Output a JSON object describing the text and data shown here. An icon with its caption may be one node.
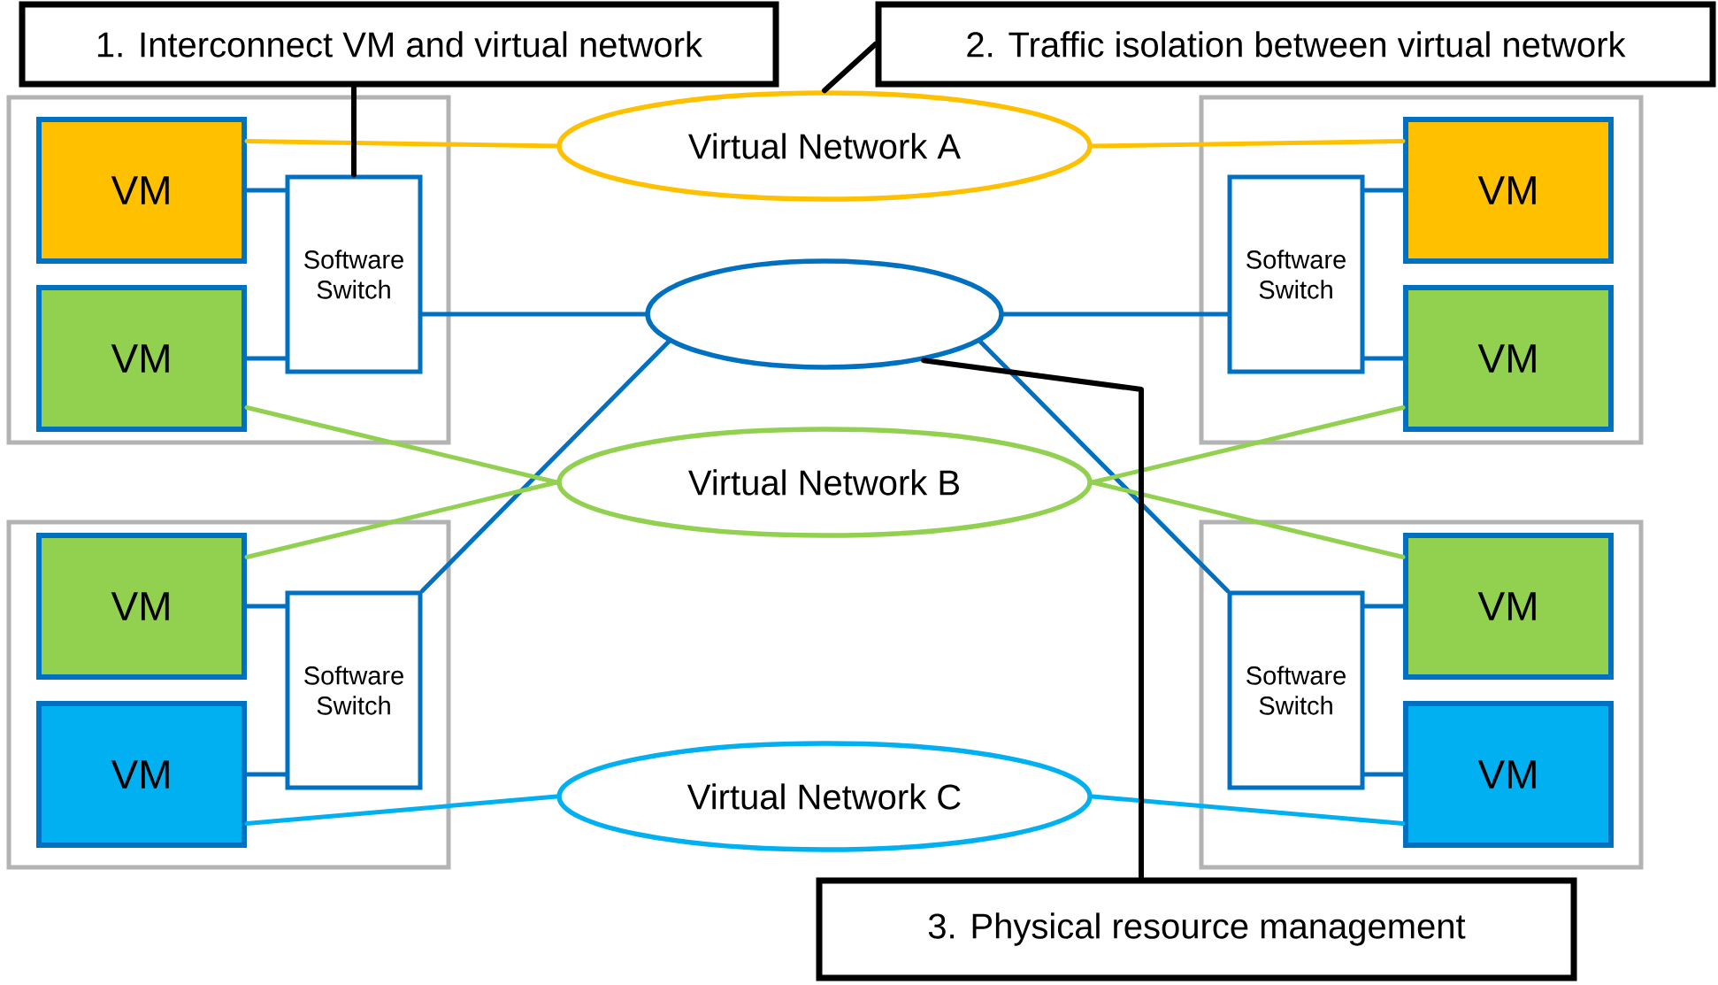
{
  "diagram": {
    "nodes": [
      {
        "text": [
          "1. Interconnect VM and virtual network"
        ]
      },
      {
        "text": [
          "2. Traffic isolation between virtual network"
        ]
      },
      {
        "text": [],
        "shape": "box"
      },
      {
        "text": [
          "VM"
        ],
        "in": 2
      },
      {
        "text": [
          "VM"
        ],
        "in": 2
      },
      {
        "text": [
          "Software Switch"
        ],
        "in": 2
      },
      {
        "text": [],
        "shape": "box"
      },
      {
        "text": [
          "Software Switch"
        ],
        "in": 6
      },
      {
        "text": [
          "VM"
        ],
        "in": 6
      },
      {
        "text": [
          "VM"
        ],
        "in": 6
      },
      {
        "text": [
          "Virtual Network A"
        ]
      },
      {
        "text": [],
        "shape": "ellipse"
      },
      {
        "text": [
          "Virtual Network B"
        ]
      },
      {
        "text": [],
        "shape": "box"
      },
      {
        "text": [
          "VM"
        ],
        "in": 13
      },
      {
        "text": [
          "VM"
        ],
        "in": 13
      },
      {
        "text": [
          "Software Switch"
        ],
        "in": 13
      },
      {
        "text": [],
        "shape": "box"
      },
      {
        "text": [
          "Software Switch"
        ],
        "in": 17
      },
      {
        "text": [
          "VM"
        ],
        "in": 17
      },
      {
        "text": [
          "VM"
        ],
        "in": 17
      },
      {
        "text": [
          "Virtual Network C"
        ]
      },
      {
        "text": [
          "3. Physical resource management"
        ]
      }
    ],
    "edges": [
      {
        "from": 3,
        "to": 5,
        "arrow": "none"
      },
      {
        "from": 4,
        "to": 5,
        "arrow": "none"
      },
      {
        "from": 8,
        "to": 7,
        "arrow": "none"
      },
      {
        "from": 9,
        "to": 7,
        "arrow": "none"
      },
      {
        "from": 14,
        "to": 16,
        "arrow": "none"
      },
      {
        "from": 15,
        "to": 16,
        "arrow": "none"
      },
      {
        "from": 19,
        "to": 18,
        "arrow": "none"
      },
      {
        "from": 20,
        "to": 18,
        "arrow": "none"
      },
      {
        "from": 5,
        "to": 11,
        "arrow": "none"
      },
      {
        "from": 7,
        "to": 11,
        "arrow": "none"
      },
      {
        "from": 16,
        "to": 11,
        "arrow": "none"
      },
      {
        "from": 18,
        "to": 11,
        "arrow": "none"
      },
      {
        "from": 3,
        "to": 10,
        "arrow": "none",
        "color": "#ffc000"
      },
      {
        "from": 8,
        "to": 10,
        "arrow": "none",
        "color": "#ffc000"
      },
      {
        "from": 4,
        "to": 12,
        "arrow": "none",
        "color": "#92d050"
      },
      {
        "from": 9,
        "to": 12,
        "arrow": "none",
        "color": "#92d050"
      },
      {
        "from": 14,
        "to": 12,
        "arrow": "none",
        "color": "#92d050"
      },
      {
        "from": 19,
        "to": 12,
        "arrow": "none",
        "color": "#92d050"
      },
      {
        "from": 15,
        "to": 21,
        "arrow": "none",
        "color": "#00b0f0"
      },
      {
        "from": 20,
        "to": 21,
        "arrow": "none",
        "color": "#00b0f0"
      },
      {
        "from": 0,
        "to": 5,
        "arrow": "none",
        "color": "#000000"
      },
      {
        "from": 1,
        "to": 10,
        "arrow": "none",
        "color": "#000000"
      },
      {
        "from": 22,
        "to": 11,
        "arrow": "none",
        "color": "#000000"
      }
    ]
  }
}
